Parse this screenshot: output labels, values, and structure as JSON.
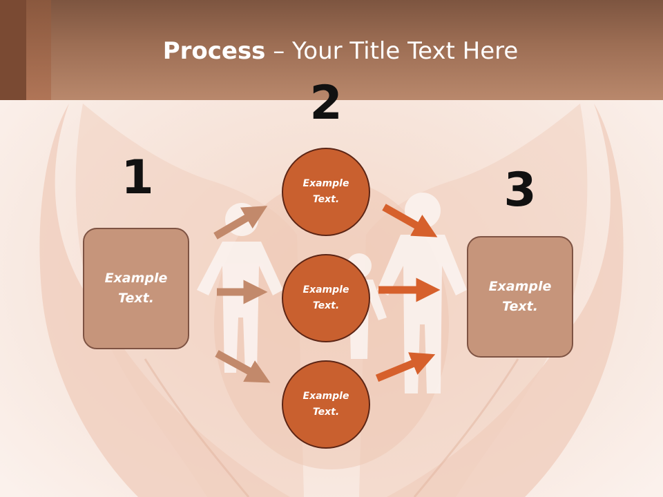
{
  "slide": {
    "title_bold": "Process",
    "title_rest": " – Your Title Text Here"
  },
  "steps": [
    {
      "number": "1"
    },
    {
      "number": "2"
    },
    {
      "number": "3"
    }
  ],
  "left_box": {
    "text": "Example\nText."
  },
  "right_box": {
    "text": "Example\nText."
  },
  "circles": [
    {
      "text": "Example\nText."
    },
    {
      "text": "Example\nText."
    },
    {
      "text": "Example\nText."
    }
  ],
  "colors": {
    "title_bar": "#9d6e54",
    "box_fill": "#c6957b",
    "circle_fill": "#c9602f",
    "arrow_light": "#c2896b",
    "arrow_dark": "#d6602c"
  }
}
